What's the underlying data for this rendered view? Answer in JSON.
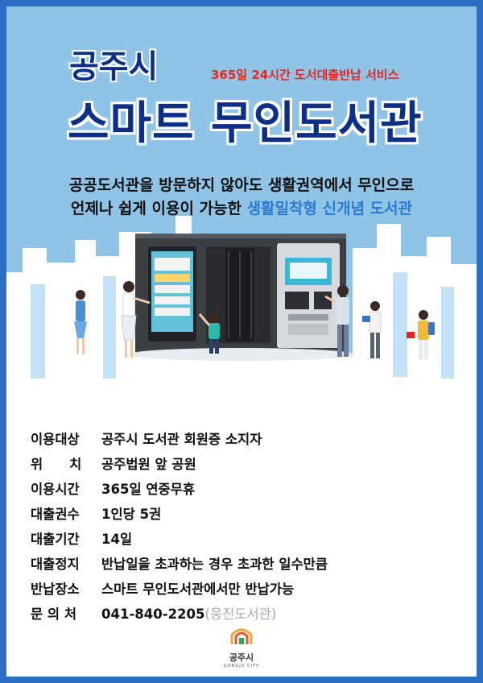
{
  "header": {
    "title_small": "공주시",
    "tagline": "365일 24시간 도서대출반납 서비스",
    "title_big": "스마트 무인도서관"
  },
  "description": {
    "line1": "공공도서관을 방문하지 않아도 생활권역에서 무인으로",
    "line2_prefix": "언제나 쉽게 이용이 가능한 ",
    "line2_highlight": "생활밀착형 신개념 도서관"
  },
  "info": [
    {
      "label": "이용대상",
      "value": "공주시 도서관 회원증 소지자"
    },
    {
      "label": "위　　치",
      "value": "공주법원 앞 공원"
    },
    {
      "label": "이용시간",
      "value": "365일 연중무휴"
    },
    {
      "label": "대출권수",
      "value": "1인당 5권"
    },
    {
      "label": "대출기간",
      "value": "14일"
    },
    {
      "label": "대출정지",
      "value": "반납일을 초과하는 경우 초과한 일수만큼"
    },
    {
      "label": "반납장소",
      "value": "스마트 무인도서관에서만 반납가능"
    },
    {
      "label": "문 의 처",
      "value": "041-840-2205",
      "note": "(웅진도서관)"
    }
  ],
  "logo": {
    "name": "공주시",
    "sub": "GONGJU CITY"
  },
  "colors": {
    "border": "#2b6fc4",
    "sky": "#8fc4e6",
    "title": "#0d2f86",
    "tagline": "#e8251f",
    "highlight": "#2b7ad4"
  }
}
